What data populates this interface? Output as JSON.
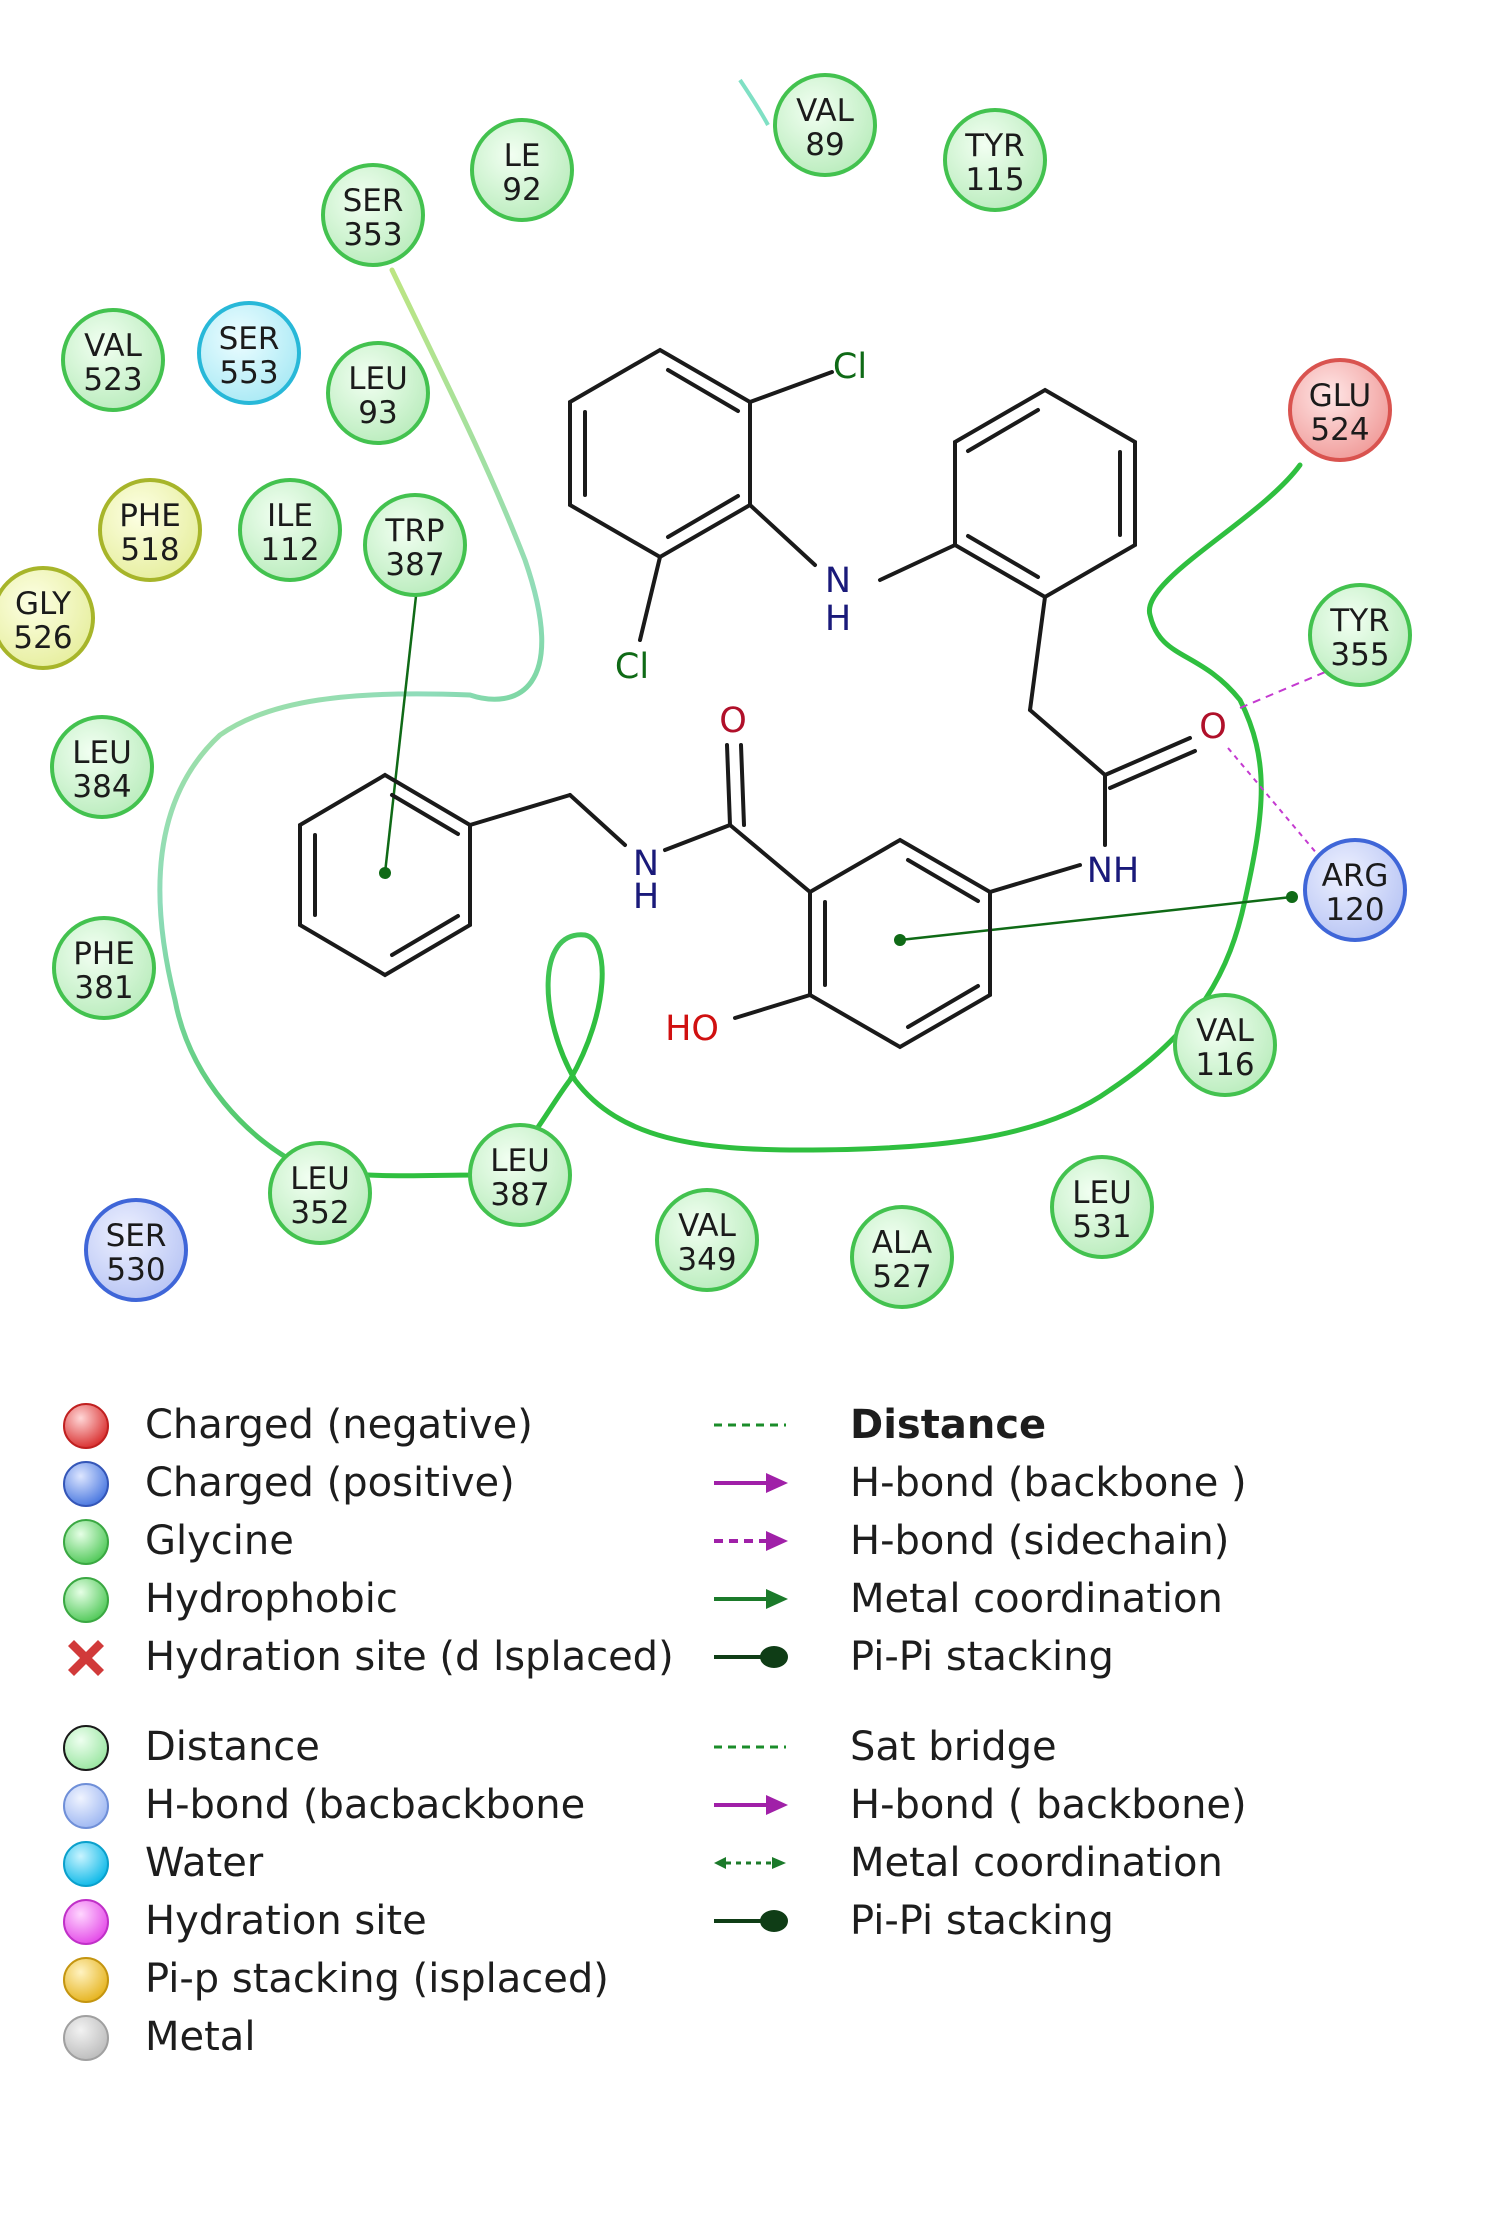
{
  "residues": [
    {
      "name": "VAL",
      "num": "89",
      "type": "hydrophobic"
    },
    {
      "name": "TYR",
      "num": "115",
      "type": "hydrophobic"
    },
    {
      "name": "LE",
      "num": "92",
      "type": "hydrophobic"
    },
    {
      "name": "SER",
      "num": "353",
      "type": "hydrophobic"
    },
    {
      "name": "VAL",
      "num": "523",
      "type": "hydrophobic"
    },
    {
      "name": "SER",
      "num": "553",
      "type": "water"
    },
    {
      "name": "LEU",
      "num": "93",
      "type": "hydrophobic"
    },
    {
      "name": "GLU",
      "num": "524",
      "type": "negative"
    },
    {
      "name": "PHE",
      "num": "518",
      "type": "pi"
    },
    {
      "name": "ILE",
      "num": "112",
      "type": "hydrophobic"
    },
    {
      "name": "TRP",
      "num": "387",
      "type": "hydrophobic"
    },
    {
      "name": "GLY",
      "num": "526",
      "type": "pi"
    },
    {
      "name": "TYR",
      "num": "355",
      "type": "hydrophobic"
    },
    {
      "name": "LEU",
      "num": "384",
      "type": "hydrophobic"
    },
    {
      "name": "ARG",
      "num": "120",
      "type": "positive"
    },
    {
      "name": "PHE",
      "num": "381",
      "type": "hydrophobic"
    },
    {
      "name": "VAL",
      "num": "116",
      "type": "hydrophobic"
    },
    {
      "name": "LEU",
      "num": "352",
      "type": "hydrophobic"
    },
    {
      "name": "LEU",
      "num": "387",
      "type": "hydrophobic"
    },
    {
      "name": "LEU",
      "num": "531",
      "type": "hydrophobic"
    },
    {
      "name": "VAL",
      "num": "349",
      "type": "hydrophobic"
    },
    {
      "name": "ALA",
      "num": "527",
      "type": "hydrophobic"
    },
    {
      "name": "SER",
      "num": "530",
      "type": "positive"
    }
  ],
  "atoms": {
    "cl_top": "Cl",
    "cl_left": "Cl",
    "n_amine": "N",
    "h_amine": "H",
    "o_acetyl": "O",
    "nh_amide": "NH",
    "o_carbonyl": "O",
    "n_benzyl": "N",
    "h_benzyl": "H",
    "oh": "HO"
  },
  "legend": {
    "left_group_1": [
      {
        "label": "Charged (negative)",
        "icon": "red-sphere"
      },
      {
        "label": "Charged (positive)",
        "icon": "blue-sphere"
      },
      {
        "label": "Glycine",
        "icon": "green-sphere"
      },
      {
        "label": "Hydrophobic",
        "icon": "green-sphere"
      },
      {
        "label": "Hydration site (d lsplaced)",
        "icon": "red-x"
      }
    ],
    "left_group_2": [
      {
        "label": "Distance",
        "icon": "green-sphere-outlined"
      },
      {
        "label": "H-bond (bacbackbone",
        "icon": "light-blue-sphere"
      },
      {
        "label": "Water",
        "icon": "cyan-sphere"
      },
      {
        "label": "Hydration site",
        "icon": "magenta-sphere"
      },
      {
        "label": "Pi-p stacking (isplaced)",
        "icon": "yellow-sphere"
      },
      {
        "label": "Metal",
        "icon": "gray-sphere"
      }
    ],
    "right_group_1": [
      {
        "label": "Distance",
        "icon": "dashed-green",
        "bold": true
      },
      {
        "label": "H-bond (backbone )",
        "icon": "magenta-arrow"
      },
      {
        "label": "H-bond (sidechain)",
        "icon": "magenta-dashed-arrow"
      },
      {
        "label": "Metal coordination",
        "icon": "green-arrow"
      },
      {
        "label": "Pi-Pi stacking",
        "icon": "green-pi"
      }
    ],
    "right_group_2": [
      {
        "label": "Sat bridge",
        "icon": "dashed-green"
      },
      {
        "label": "H-bond ( backbone)",
        "icon": "magenta-arrow"
      },
      {
        "label": "Metal coordination",
        "icon": "green-dotted-arrow"
      },
      {
        "label": "Pi-Pi stacking",
        "icon": "green-pi"
      }
    ]
  },
  "colors": {
    "hydrophobic": "#43c24f",
    "negative": "#d9534f",
    "positive": "#3f66d8",
    "water": "#28b8d8",
    "pi": "#a7b52a",
    "pocket": "#2fbf3f",
    "bond": "#1a1a1a",
    "nitrogen": "#1a1a7a",
    "oxygen": "#d01010",
    "chlorine": "#0f6a16",
    "hbond_side": "#c43ad0"
  }
}
